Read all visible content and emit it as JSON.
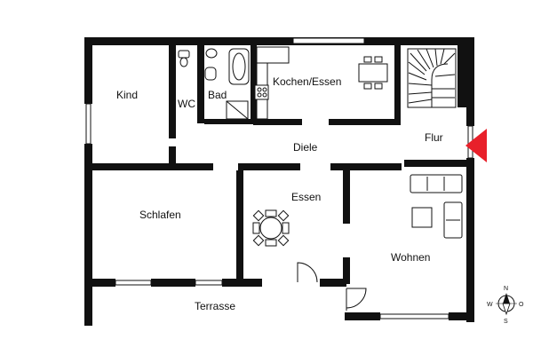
{
  "floorplan": {
    "rooms": {
      "kind": "Kind",
      "wc": "WC",
      "bad": "Bad",
      "kochen_essen": "Kochen/Essen",
      "flur": "Flur",
      "diele": "Diele",
      "schlafen": "Schlafen",
      "essen": "Essen",
      "wohnen": "Wohnen",
      "terrasse": "Terrasse"
    },
    "compass": {
      "n": "N",
      "s": "S",
      "w": "W",
      "o": "O"
    },
    "entrance_marker_color": "#e8202a",
    "wall_color": "#111111"
  }
}
